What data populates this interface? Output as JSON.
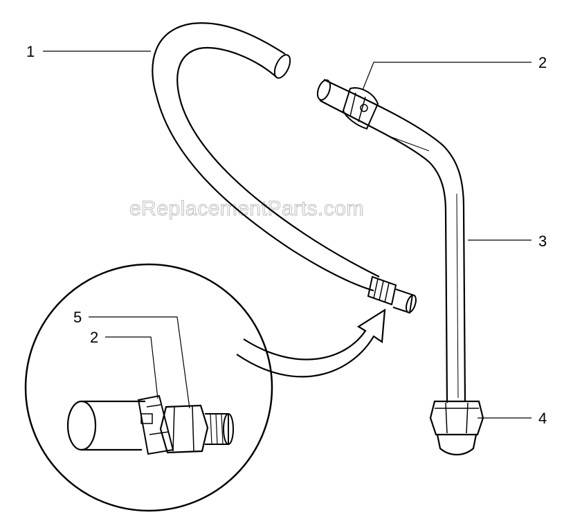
{
  "watermark": "eReplacementParts.com",
  "callouts": {
    "c1": "1",
    "c2": "2",
    "c3": "3",
    "c4": "4",
    "c5": "5",
    "c2_detail": "2"
  },
  "colors": {
    "line": "#000000",
    "background": "#ffffff",
    "watermark_outline": "#bdbdbd"
  }
}
